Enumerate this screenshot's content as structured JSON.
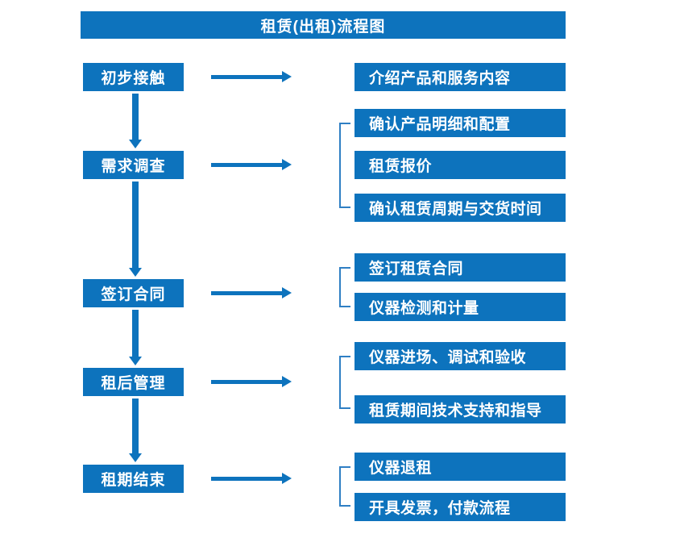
{
  "title": "租赁(出租)流程图",
  "colors": {
    "box_fill": "#0d73bd",
    "box_text": "#ffffff",
    "arrow": "#0d73bd",
    "bracket": "#2f7fc4",
    "background": "#ffffff"
  },
  "stages": [
    {
      "label": "初步接触"
    },
    {
      "label": "需求调查"
    },
    {
      "label": "签订合同"
    },
    {
      "label": "租后管理"
    },
    {
      "label": "租期结束"
    }
  ],
  "tasks": [
    {
      "label": "介绍产品和服务内容"
    },
    {
      "label": "确认产品明细和配置"
    },
    {
      "label": "租赁报价"
    },
    {
      "label": "确认租赁周期与交货时间"
    },
    {
      "label": "签订租赁合同"
    },
    {
      "label": "仪器检测和计量"
    },
    {
      "label": "仪器进场、调试和验收"
    },
    {
      "label": "租赁期间技术支持和指导"
    },
    {
      "label": "仪器退租"
    },
    {
      "label": "开具发票，付款流程"
    }
  ],
  "groups": [
    {
      "stage": "需求调查",
      "task_indexes": [
        1,
        2,
        3
      ]
    },
    {
      "stage": "签订合同",
      "task_indexes": [
        4,
        5
      ]
    },
    {
      "stage": "租后管理",
      "task_indexes": [
        6,
        7
      ]
    },
    {
      "stage": "租期结束",
      "task_indexes": [
        8,
        9
      ]
    }
  ]
}
